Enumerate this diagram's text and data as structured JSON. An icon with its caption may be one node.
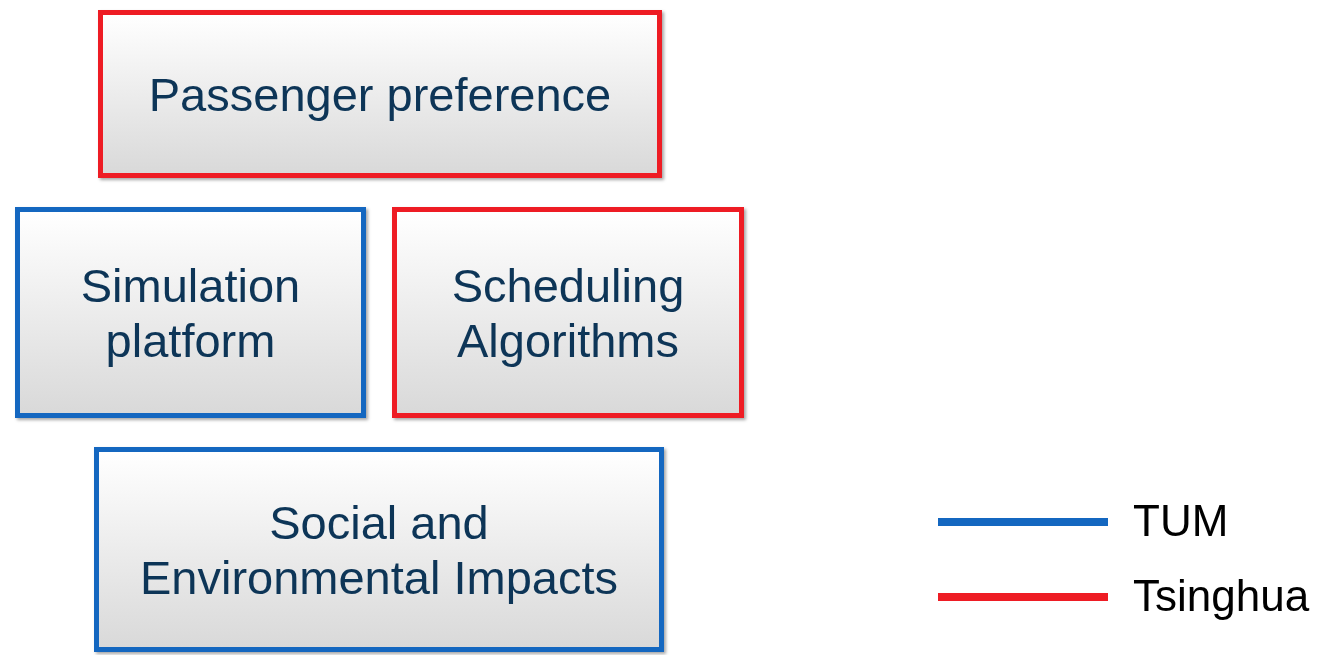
{
  "diagram": {
    "nodes": [
      {
        "text": [
          "Passenger preference"
        ]
      },
      {
        "text": [
          "Simulation platform"
        ]
      },
      {
        "text": [
          "Scheduling Algorithms"
        ]
      },
      {
        "text": [
          "Social and Environmental Impacts"
        ]
      }
    ],
    "legend": [
      {
        "text": "TUM"
      },
      {
        "text": "Tsinghua"
      }
    ]
  }
}
